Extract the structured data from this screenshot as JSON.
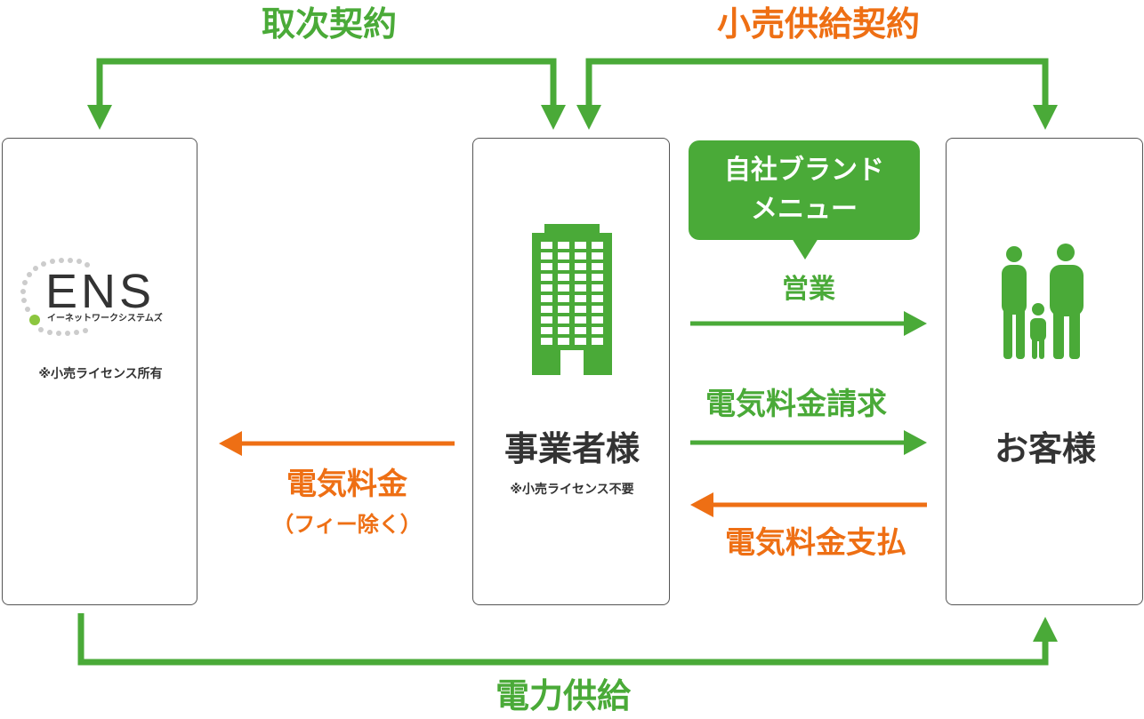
{
  "colors": {
    "green": "#4aaa38",
    "orange": "#ee6f14",
    "text": "#333333",
    "border": "#555555"
  },
  "top": {
    "agency_contract": "取次契約",
    "retail_contract": "小売供給契約"
  },
  "ens": {
    "logo_text": "ENS",
    "logo_subtext": "イーネットワークシステムズ",
    "note": "※小売ライセンス所有"
  },
  "business": {
    "title": "事業者様",
    "note": "※小売ライセンス不要",
    "icon": "building-icon"
  },
  "customer": {
    "title": "お客様",
    "icon": "family-icon"
  },
  "bubble": {
    "line1": "自社ブランド",
    "line2": "メニュー"
  },
  "flows": {
    "sales": "営業",
    "billing": "電気料金請求",
    "payment": "電気料金支払",
    "fee": "電気料金",
    "fee_note": "（フィー除く）",
    "power_supply": "電力供給"
  }
}
